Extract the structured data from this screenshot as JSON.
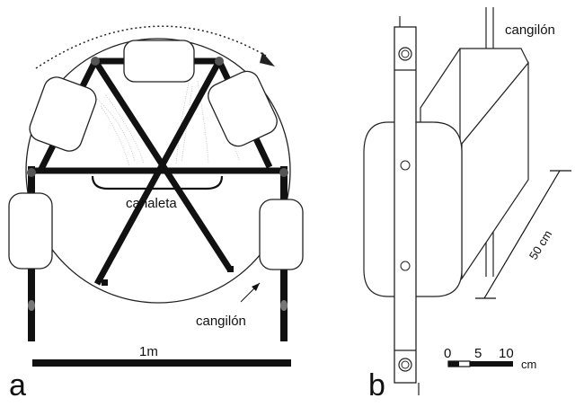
{
  "panel_a": {
    "letter": "a",
    "label_canaleta": "canaleta",
    "label_cangilon": "cangilón",
    "scale_label": "1m"
  },
  "panel_b": {
    "letter": "b",
    "label_cangilon": "cangilón",
    "dimension_label": "50 cm",
    "scale": {
      "ticks": [
        "0",
        "5",
        "10"
      ],
      "unit": "cm"
    }
  }
}
